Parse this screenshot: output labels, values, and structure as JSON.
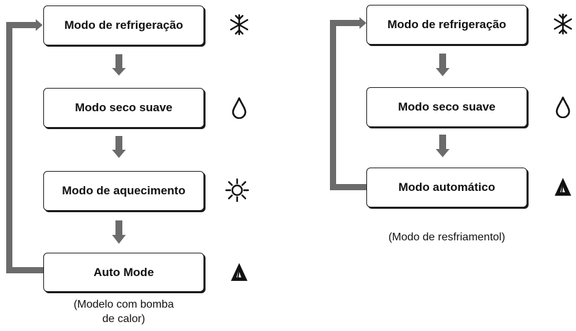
{
  "left_panel": {
    "modes": [
      {
        "label": "Modo de refrigeração",
        "icon": "snowflake-icon"
      },
      {
        "label": "Modo seco suave",
        "icon": "water-drop-icon"
      },
      {
        "label": "Modo de aquecimento",
        "icon": "sun-icon"
      },
      {
        "label": "Auto Mode",
        "icon": "auto-mode-icon"
      }
    ],
    "caption_line1": "(Modelo com bomba",
    "caption_line2": "de calor)"
  },
  "right_panel": {
    "modes": [
      {
        "label": "Modo de refrigeração",
        "icon": "snowflake-icon"
      },
      {
        "label": "Modo seco suave",
        "icon": "water-drop-icon"
      },
      {
        "label": "Modo automático",
        "icon": "auto-mode-icon"
      }
    ],
    "caption": "(Modo de resfriamentol)"
  },
  "colors": {
    "arrow": "#6b6b6b",
    "box_border": "#1a1a1a"
  }
}
